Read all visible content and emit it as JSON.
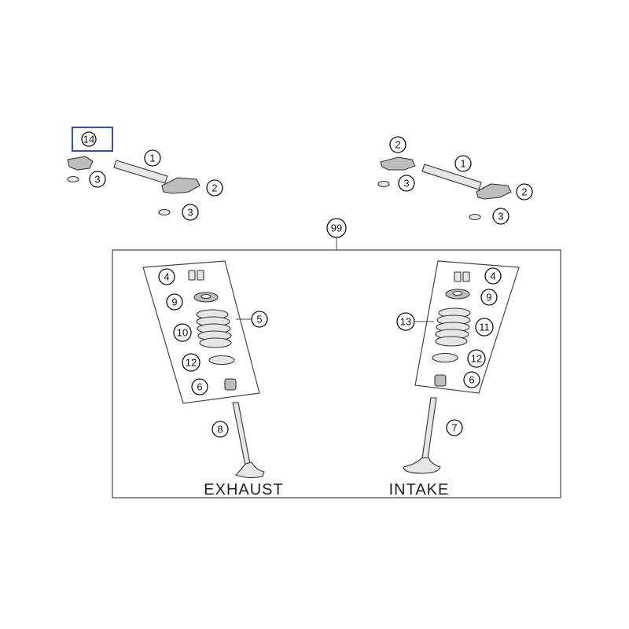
{
  "callouts": {
    "c14": "14",
    "c1_left": "1",
    "c3_left_a": "3",
    "c2_left": "2",
    "c3_left_b": "3",
    "c2_right": "2",
    "c1_right": "1",
    "c3_right_a": "3",
    "c2_right_b": "2",
    "c3_right_b": "3",
    "c99": "99",
    "c4_ex": "4",
    "c9_ex": "9",
    "c5": "5",
    "c10": "10",
    "c12_ex": "12",
    "c6_ex": "6",
    "c8": "8",
    "c4_in": "4",
    "c9_in": "9",
    "c13": "13",
    "c11": "11",
    "c12_in": "12",
    "c6_in": "6",
    "c7": "7"
  },
  "labels": {
    "exhaust": "EXHAUST",
    "intake": "INTAKE"
  },
  "colors": {
    "highlight": "#3b4fb0",
    "line": "#444444",
    "part_fill": "#e6e6e6"
  }
}
